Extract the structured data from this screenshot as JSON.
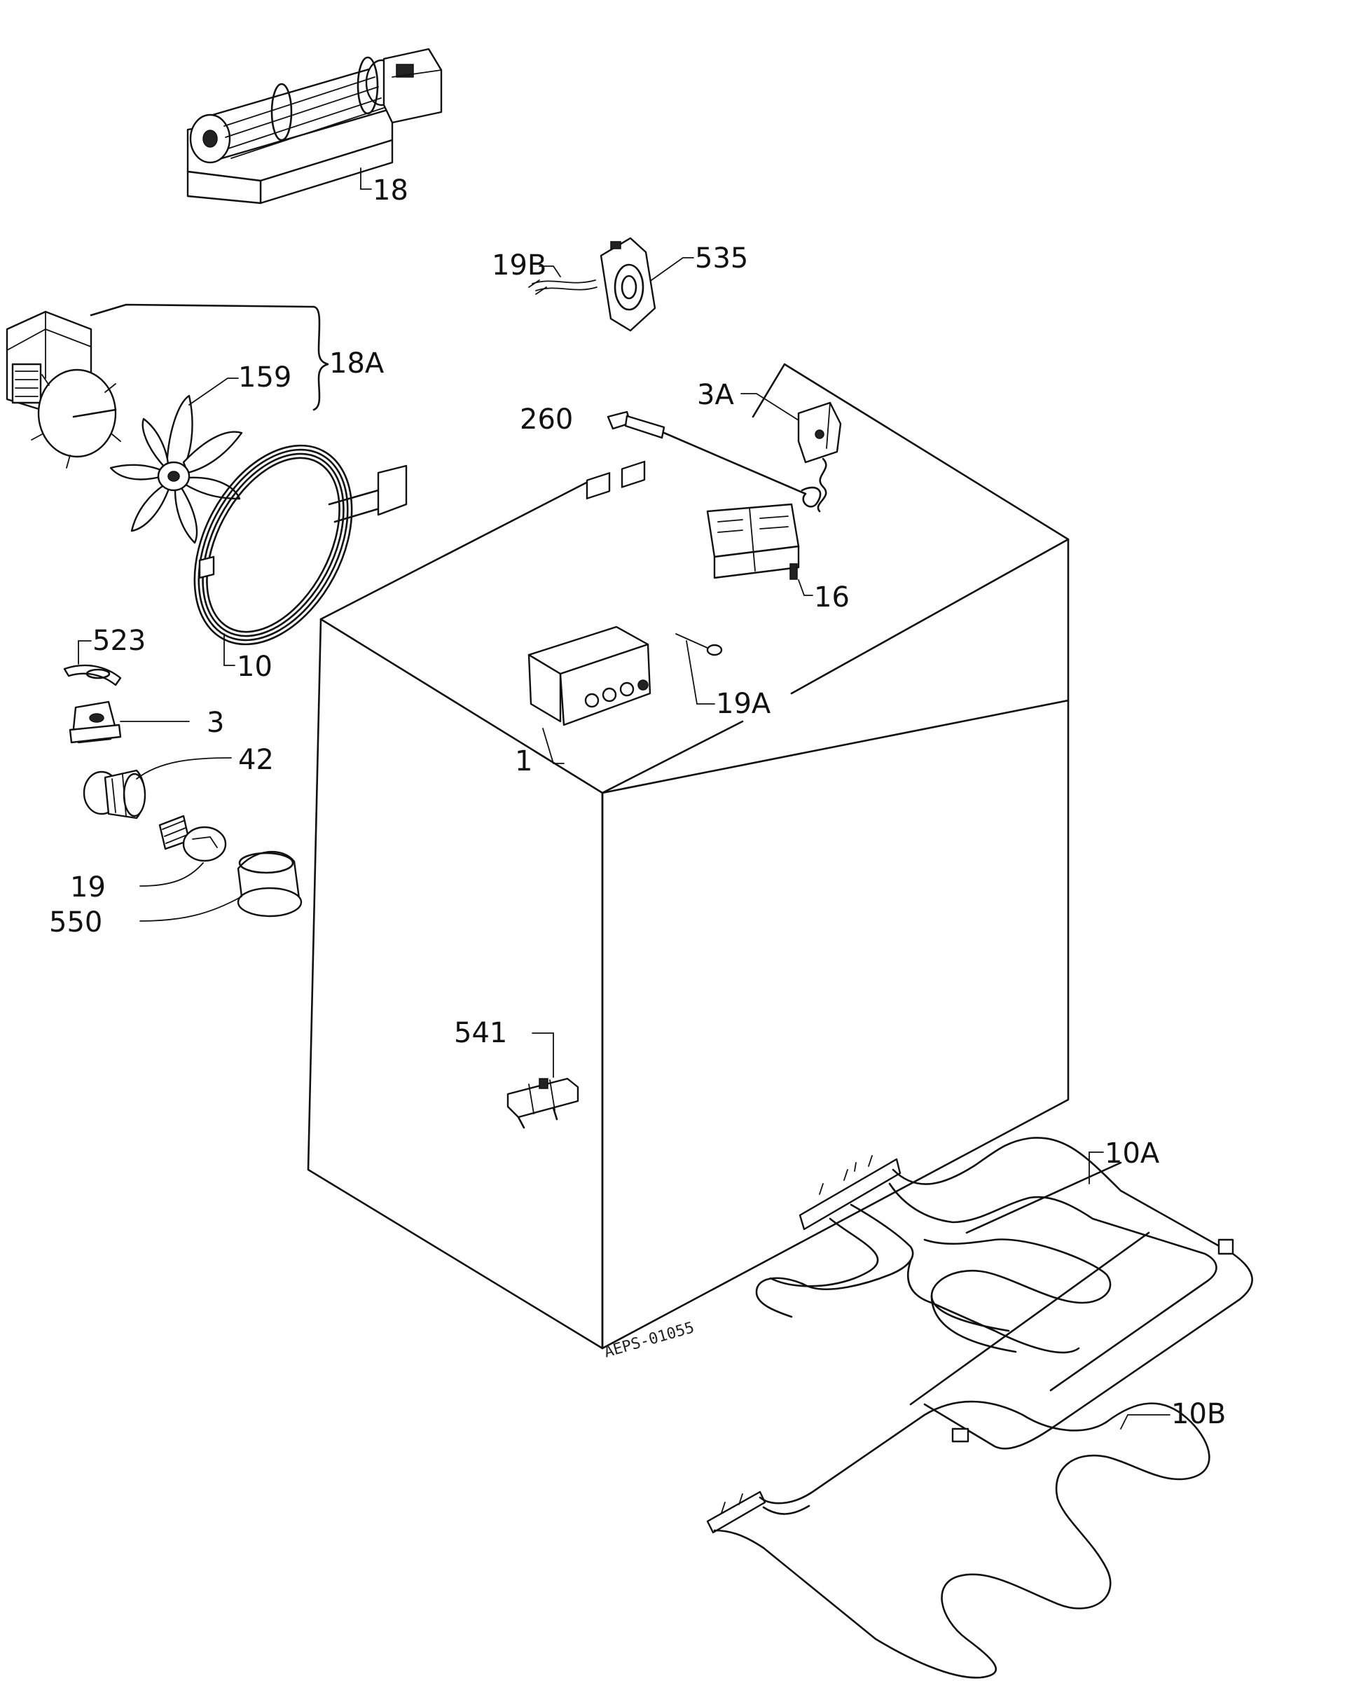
{
  "labels": {
    "l18": "18",
    "l19B": "19B",
    "l535": "535",
    "l18A": "18A",
    "l159": "159",
    "l3A": "3A",
    "l260": "260",
    "l16": "16",
    "l523": "523",
    "l10": "10",
    "l19A": "19A",
    "l3": "3",
    "l42": "42",
    "l1": "1",
    "l19": "19",
    "l550": "550",
    "l541": "541",
    "l10A": "10A",
    "l10B": "10B"
  },
  "stamp": "AEPS-01055"
}
